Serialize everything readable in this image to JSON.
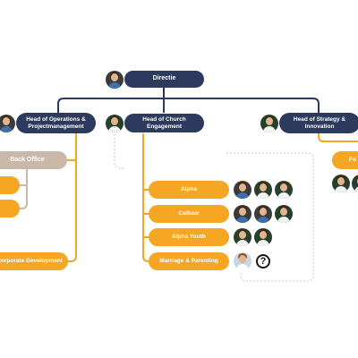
{
  "nodes": {
    "root": "Directie",
    "operations": "Head of Operations & Projectmanagement",
    "church_engagement": "Head of Church Engagement",
    "strategy": "Head of Strategy & Innovation",
    "back_office": "Back Office",
    "corporate_development": "Corporate Development",
    "strategy_child_partial": "Fo",
    "alpha": "Alpha",
    "cultuur": "Cultuur",
    "alpha_youth": "Alpha Youth",
    "marriage_parenting": "Marriage & Parenting"
  },
  "unknown_member_symbol": "?",
  "colors": {
    "navy": "#2c3a5e",
    "orange": "#f5a623",
    "beige": "#c9b8a8",
    "dotted_line": "#c8c8c8"
  }
}
